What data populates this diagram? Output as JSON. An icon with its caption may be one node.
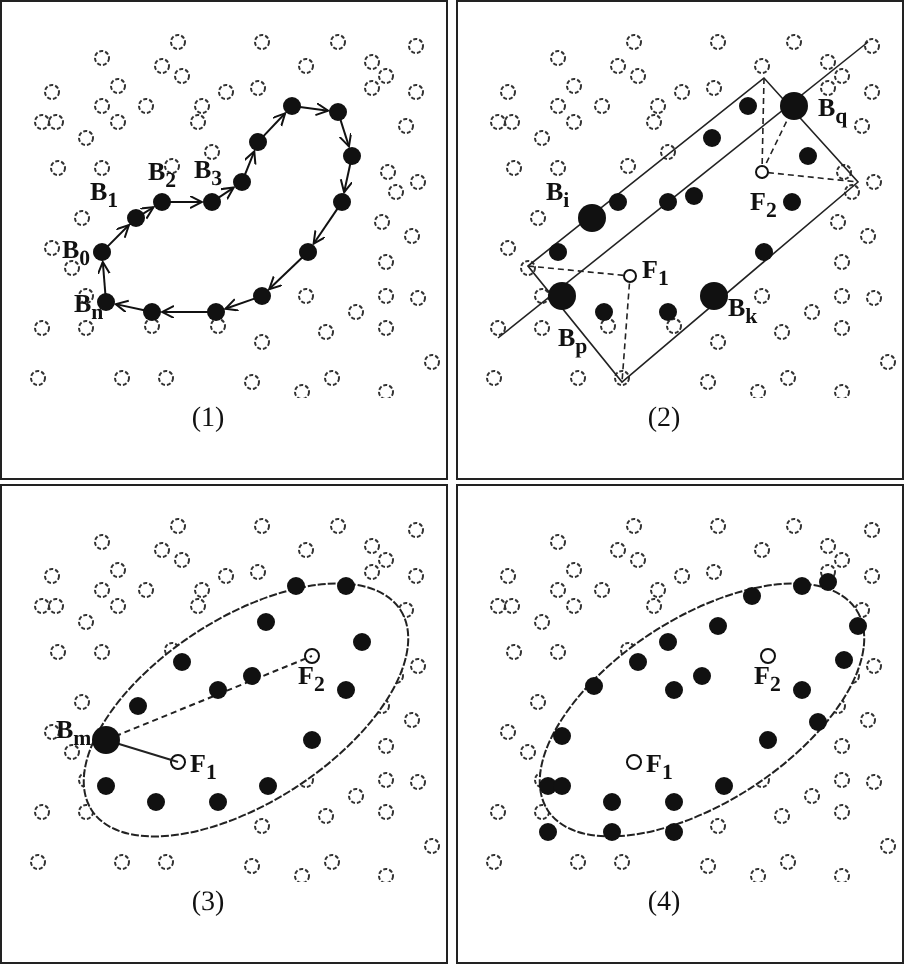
{
  "diagram": {
    "labels": [
      "B$_{1}$",
      "B$_{2}$",
      "B$_{3}$",
      "B$_{0}$",
      "B$_{n}$",
      "(1)",
      "B$_{q}$",
      "B$_{i}$",
      "F$_{2}$",
      "F$_{1}$",
      "B$_{k}$",
      "B$_{p}$",
      "(2)",
      "F$_{2}$",
      "B$_{m}$",
      "F$_{1}$",
      "(3)",
      "F$_{2}$",
      "F$_{1}$",
      "(4)"
    ]
  }
}
